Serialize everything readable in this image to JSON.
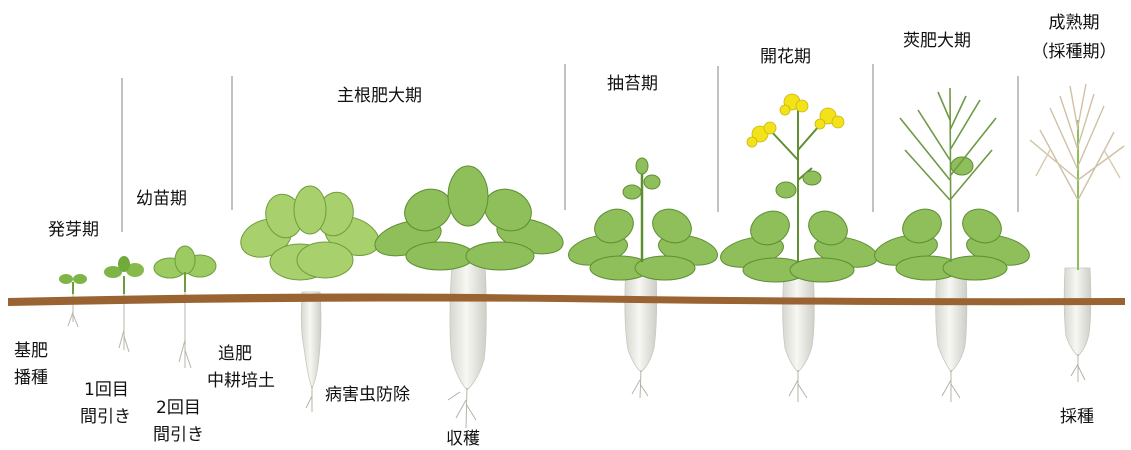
{
  "stages": {
    "germination": "発芽期",
    "seedling": "幼苗期",
    "root_growth": "主根肥大期",
    "bolting": "抽苔期",
    "flowering": "開花期",
    "pod_growth": "莢肥大期",
    "maturity": "成熟期",
    "maturity_sub": "（採種期）"
  },
  "tasks": {
    "basal_fertilizer": "基肥",
    "sowing": "播種",
    "thinning1_a": "1回目",
    "thinning1_b": "間引き",
    "thinning2_a": "2回目",
    "thinning2_b": "間引き",
    "topdress": "追肥",
    "cultivation": "中耕培土",
    "pest_control": "病害虫防除",
    "harvest": "収穫",
    "seed_harvest": "採種"
  },
  "colors": {
    "soil": "#9a6332",
    "leaf": "#8fbf5a",
    "leaf_dark": "#5e8f32",
    "root": "#eeeeea",
    "flower": "#f2e21a",
    "divider": "#9a9a9a"
  }
}
